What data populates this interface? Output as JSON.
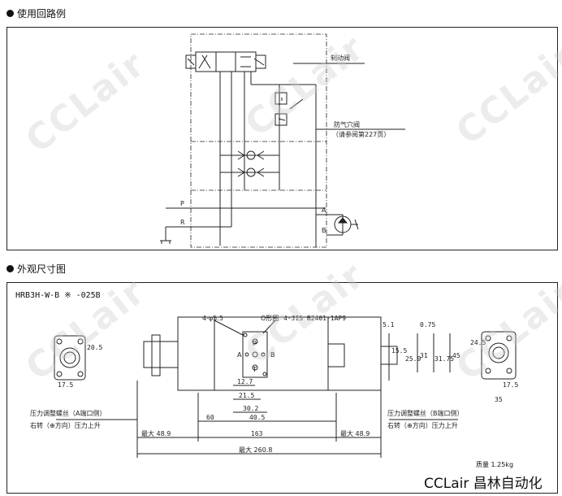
{
  "section1": {
    "title": "使用回路例"
  },
  "section2": {
    "title": "外观尺寸图"
  },
  "circuit": {
    "label_control_valve": "制动阀",
    "label_anti_cavitation": "防气穴阀",
    "label_anti_cavitation_ref": "（请参阅第227页）",
    "port_P": "P",
    "port_R": "R",
    "port_A": "A",
    "port_B": "B"
  },
  "drawing": {
    "model": "HRB3H-W-B ※ -025B",
    "hole_label": "4-φ5.5",
    "o_ring_label": "O形圈",
    "o_ring_spec": "4-JIS B2401-1AP9",
    "left_adjust_label": "压力调整螺丝（A端口侧）",
    "left_rotate_label": "右转（⊕方向）压力上升",
    "right_adjust_label": "压力调整螺丝（B端口侧）",
    "right_rotate_label": "右转（⊕方向）压力上升",
    "port_A": "A",
    "port_B": "B",
    "port_P": "P",
    "port_T": "T",
    "dims": {
      "left_top": "20.5",
      "left_bottom": "17.5",
      "d_12_7": "12.7",
      "d_21_5": "21.5",
      "d_30_2": "30.2",
      "d_40_5": "40.5",
      "d_60": "60",
      "d_163": "163",
      "max_left": "最大 48.9",
      "max_right": "最大 48.9",
      "max_total": "最大 260.8",
      "d_5_1": "5.1",
      "d_0_75": "0.75",
      "d_15_5": "15.5",
      "d_25_9": "25.9",
      "d_31": "31",
      "d_31_75": "31.75",
      "d_45": "45",
      "right_24_5": "24.5",
      "right_17_5": "17.5",
      "right_35": "35"
    },
    "mass": "质量 1.25kg"
  },
  "brand": {
    "text": "CCLair 昌林自动化"
  },
  "watermark": {
    "text": "CCLair"
  }
}
